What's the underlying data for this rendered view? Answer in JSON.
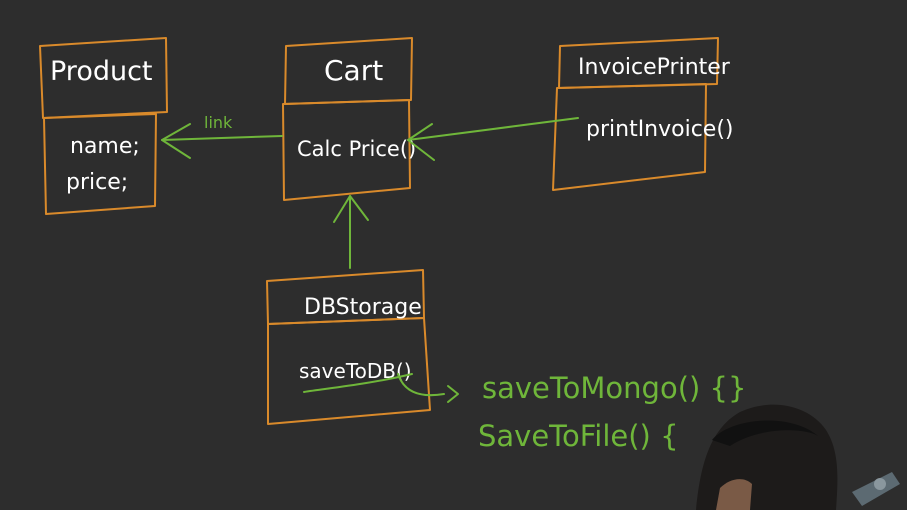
{
  "classes": {
    "product": {
      "name": "Product",
      "fields": [
        "name;",
        "price;"
      ]
    },
    "cart": {
      "name": "Cart",
      "method": "Calc Price()"
    },
    "invoice_printer": {
      "name": "InvoicePrinter",
      "method": "printInvoice()"
    },
    "db_storage": {
      "name": "DBStorage",
      "method": "saveToDB()"
    }
  },
  "relations": {
    "cart_to_product_label": "link"
  },
  "notes": {
    "extension_1": "saveToMongo() {}",
    "extension_2": "SaveToFile() {"
  },
  "colors": {
    "background": "#2d2d2d",
    "box_stroke": "#d98a2b",
    "arrow": "#6fb63a",
    "text": "#ffffff"
  }
}
